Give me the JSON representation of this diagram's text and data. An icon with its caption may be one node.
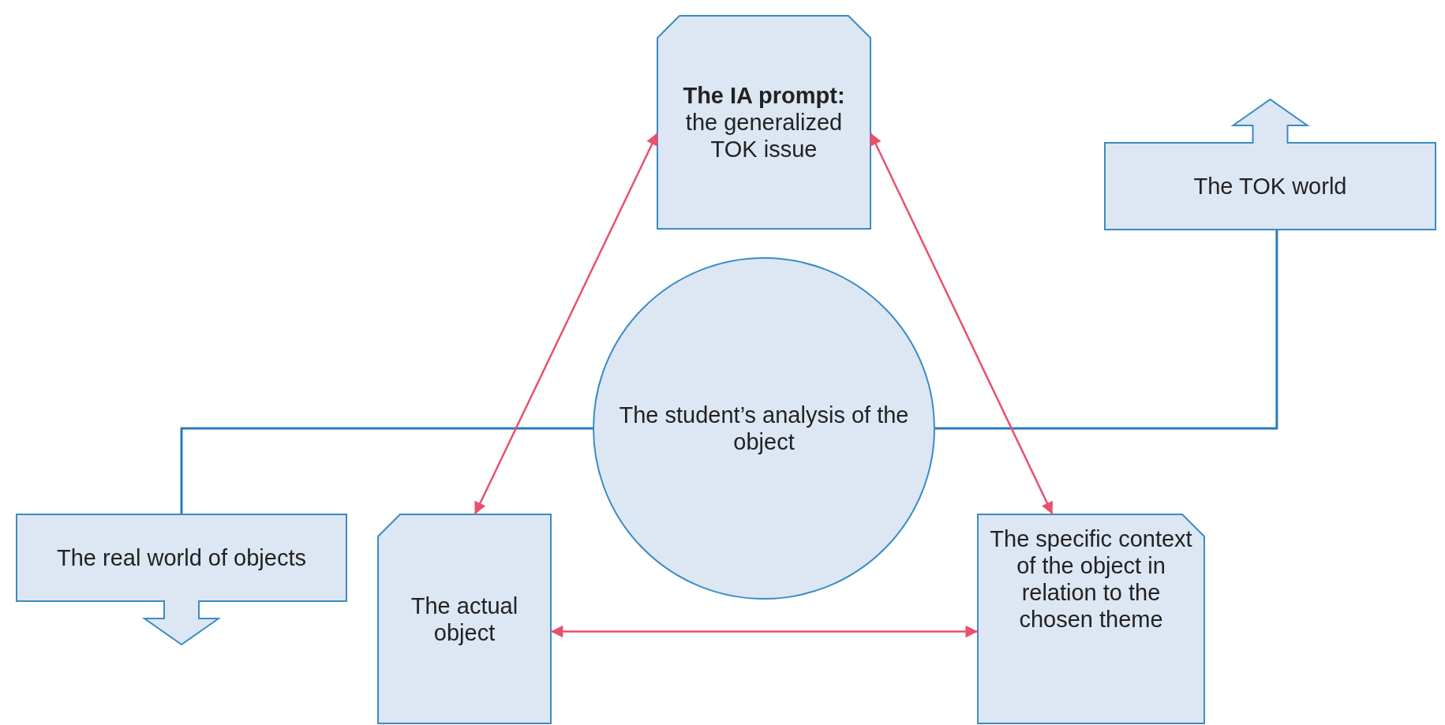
{
  "diagram": {
    "nodes": [
      {
        "text": [
          "The IA prompt:",
          "the generalized TOK issue"
        ]
      },
      {
        "text": [
          "The TOK world"
        ]
      },
      {
        "text": [
          "The student’s analysis of the object"
        ]
      },
      {
        "text": [
          "The real world of objects"
        ]
      },
      {
        "text": [
          "The actual object"
        ]
      },
      {
        "text": [
          "The specific context of the object in relation to the chosen theme"
        ]
      }
    ],
    "edges": [
      {
        "from": 0,
        "to": 4,
        "arrow": "both"
      },
      {
        "from": 0,
        "to": 5,
        "arrow": "both"
      },
      {
        "from": 4,
        "to": 5,
        "arrow": "both"
      },
      {
        "from": 2,
        "to": 1,
        "arrow": "none",
        "color": "#2b7bb9"
      },
      {
        "from": 2,
        "to": 3,
        "arrow": "none",
        "color": "#2b7bb9"
      }
    ]
  }
}
